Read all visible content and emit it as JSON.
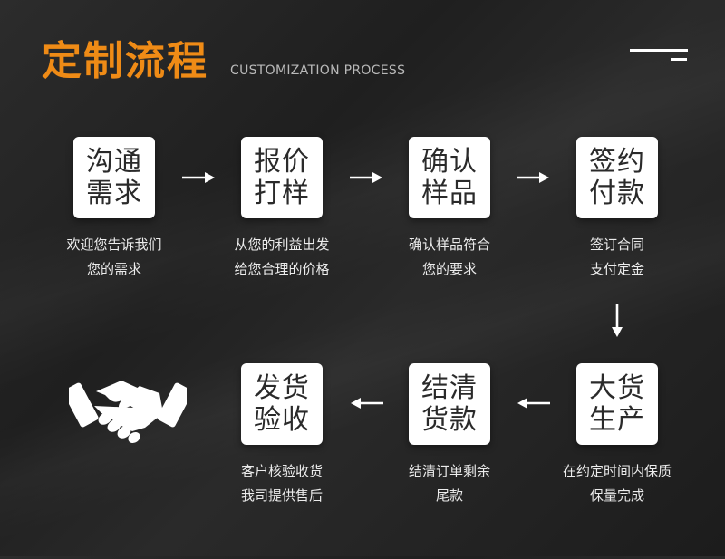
{
  "header": {
    "title": "定制流程",
    "subtitle": "CUSTOMIZATION PROCESS"
  },
  "steps": [
    {
      "line1": "沟通",
      "line2": "需求",
      "desc1": "欢迎您告诉我们",
      "desc2": "您的需求"
    },
    {
      "line1": "报价",
      "line2": "打样",
      "desc1": "从您的利益出发",
      "desc2": "给您合理的价格"
    },
    {
      "line1": "确认",
      "line2": "样品",
      "desc1": "确认样品符合",
      "desc2": "您的要求"
    },
    {
      "line1": "签约",
      "line2": "付款",
      "desc1": "签订合同",
      "desc2": "支付定金"
    },
    {
      "line1": "大货",
      "line2": "生产",
      "desc1": "在约定时间内保质",
      "desc2": "保量完成"
    },
    {
      "line1": "结清",
      "line2": "货款",
      "desc1": "结清订单剩余",
      "desc2": "尾款"
    },
    {
      "line1": "发货",
      "line2": "验收",
      "desc1": "客户核验收货",
      "desc2": "我司提供售后"
    }
  ],
  "icons": {
    "arrow": "arrow-icon",
    "handshake": "handshake-icon"
  },
  "colors": {
    "accent": "#ef8b16",
    "box": "#ffffff",
    "box_text": "#2a2a2a",
    "background": "#242424"
  }
}
